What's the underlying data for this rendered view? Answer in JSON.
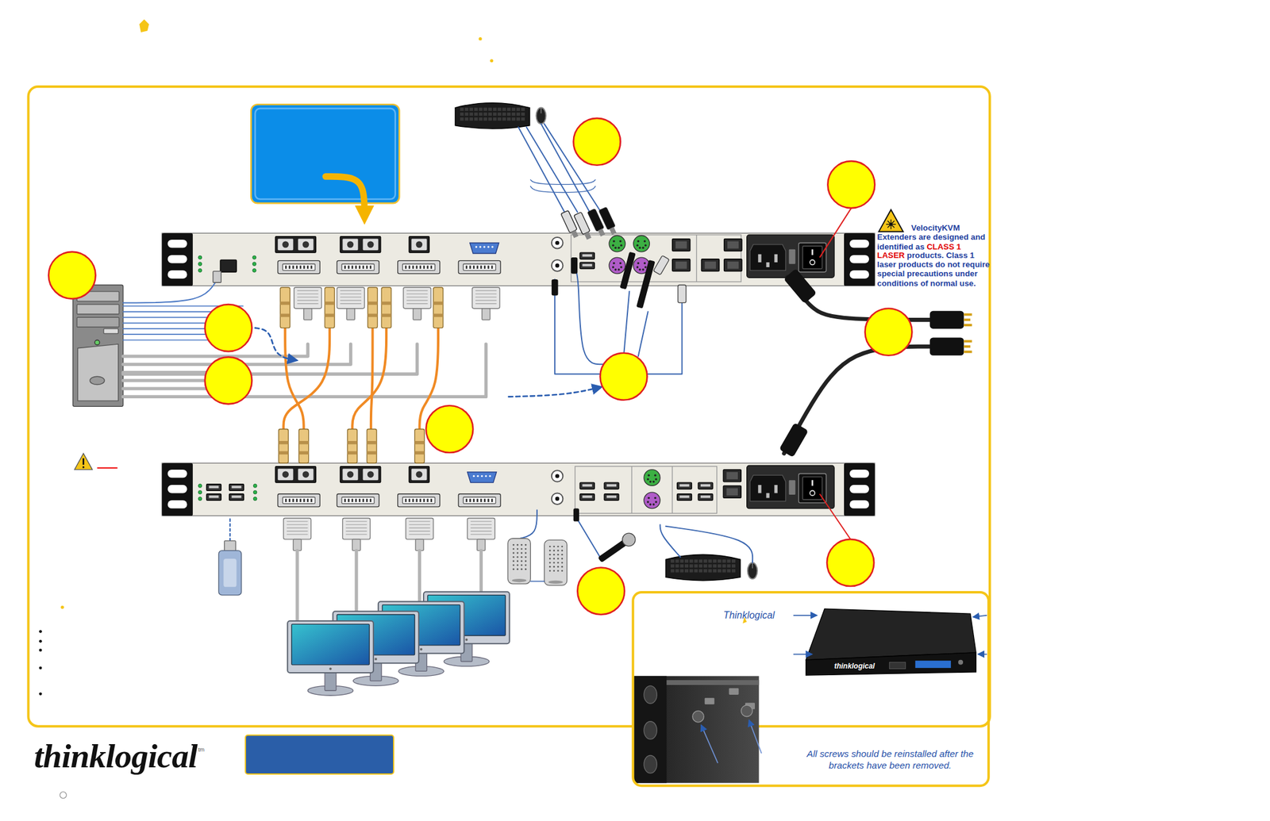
{
  "diagram": {
    "nodes": [
      {
        "text": [
          "Thinklogical",
          "All screws should be reinstalled after the brackets have been removed."
        ]
      }
    ],
    "labels": [
      "VelocityKVM",
      "Extenders are designed and identified as",
      "CLASS 1 LASER",
      "products.  Class 1 laser products do not require special precautions under conditions of normal use.",
      "thinklogical",
      "thinklogical",
      "tm"
    ]
  }
}
